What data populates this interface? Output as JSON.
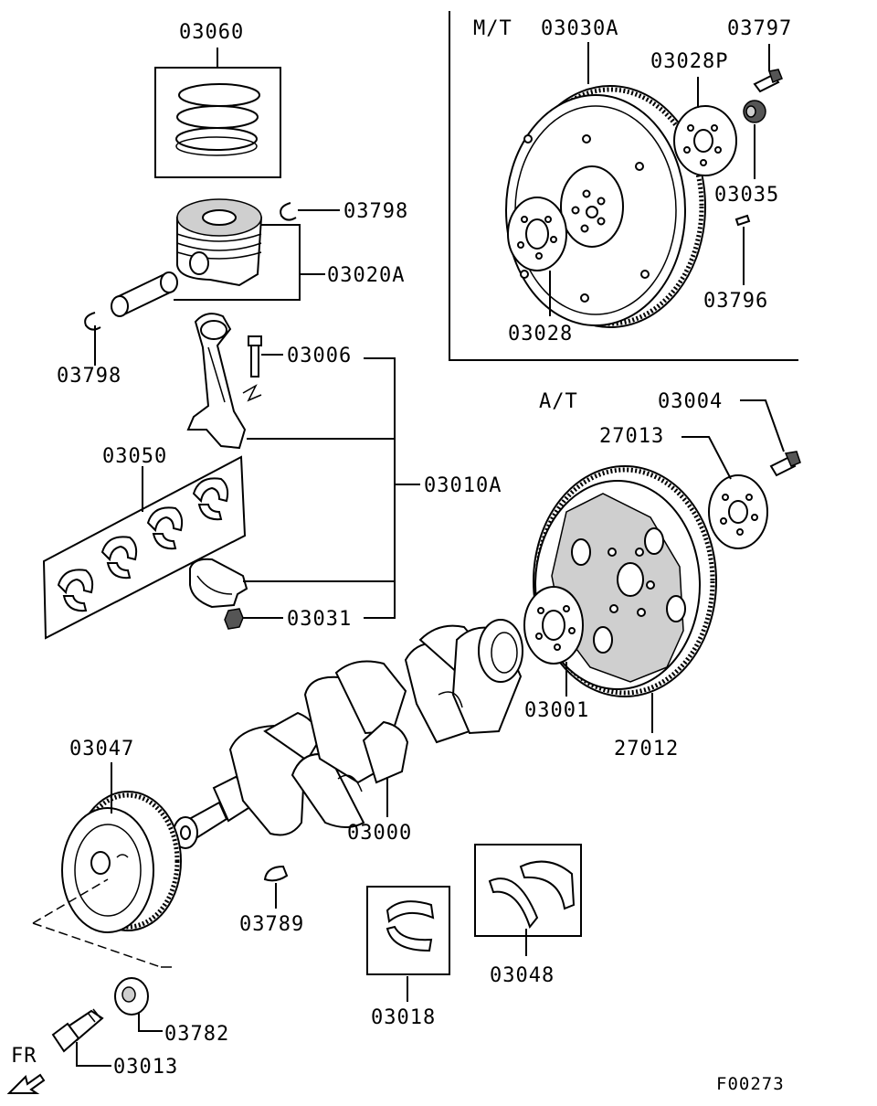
{
  "diagram": {
    "figure_id": "F00273",
    "direction_label": "FR",
    "sections": {
      "manual": {
        "label": "M/T"
      },
      "automatic": {
        "label": "A/T"
      }
    },
    "parts": [
      {
        "id": "p03060",
        "number": "03060"
      },
      {
        "id": "p03798a",
        "number": "03798"
      },
      {
        "id": "p03020a",
        "number": "03020A"
      },
      {
        "id": "p03798b",
        "number": "03798"
      },
      {
        "id": "p03006",
        "number": "03006"
      },
      {
        "id": "p03050",
        "number": "03050"
      },
      {
        "id": "p03010a",
        "number": "03010A"
      },
      {
        "id": "p03031",
        "number": "03031"
      },
      {
        "id": "p03047",
        "number": "03047"
      },
      {
        "id": "p03000",
        "number": "03000"
      },
      {
        "id": "p03789",
        "number": "03789"
      },
      {
        "id": "p03782",
        "number": "03782"
      },
      {
        "id": "p03013",
        "number": "03013"
      },
      {
        "id": "p03018",
        "number": "03018"
      },
      {
        "id": "p03048",
        "number": "03048"
      },
      {
        "id": "p03030a",
        "number": "03030A"
      },
      {
        "id": "p03797",
        "number": "03797"
      },
      {
        "id": "p03028p",
        "number": "03028P"
      },
      {
        "id": "p03035",
        "number": "03035"
      },
      {
        "id": "p03796",
        "number": "03796"
      },
      {
        "id": "p03028",
        "number": "03028"
      },
      {
        "id": "p03004",
        "number": "03004"
      },
      {
        "id": "p27013",
        "number": "27013"
      },
      {
        "id": "p03001",
        "number": "03001"
      },
      {
        "id": "p27012",
        "number": "27012"
      }
    ]
  }
}
